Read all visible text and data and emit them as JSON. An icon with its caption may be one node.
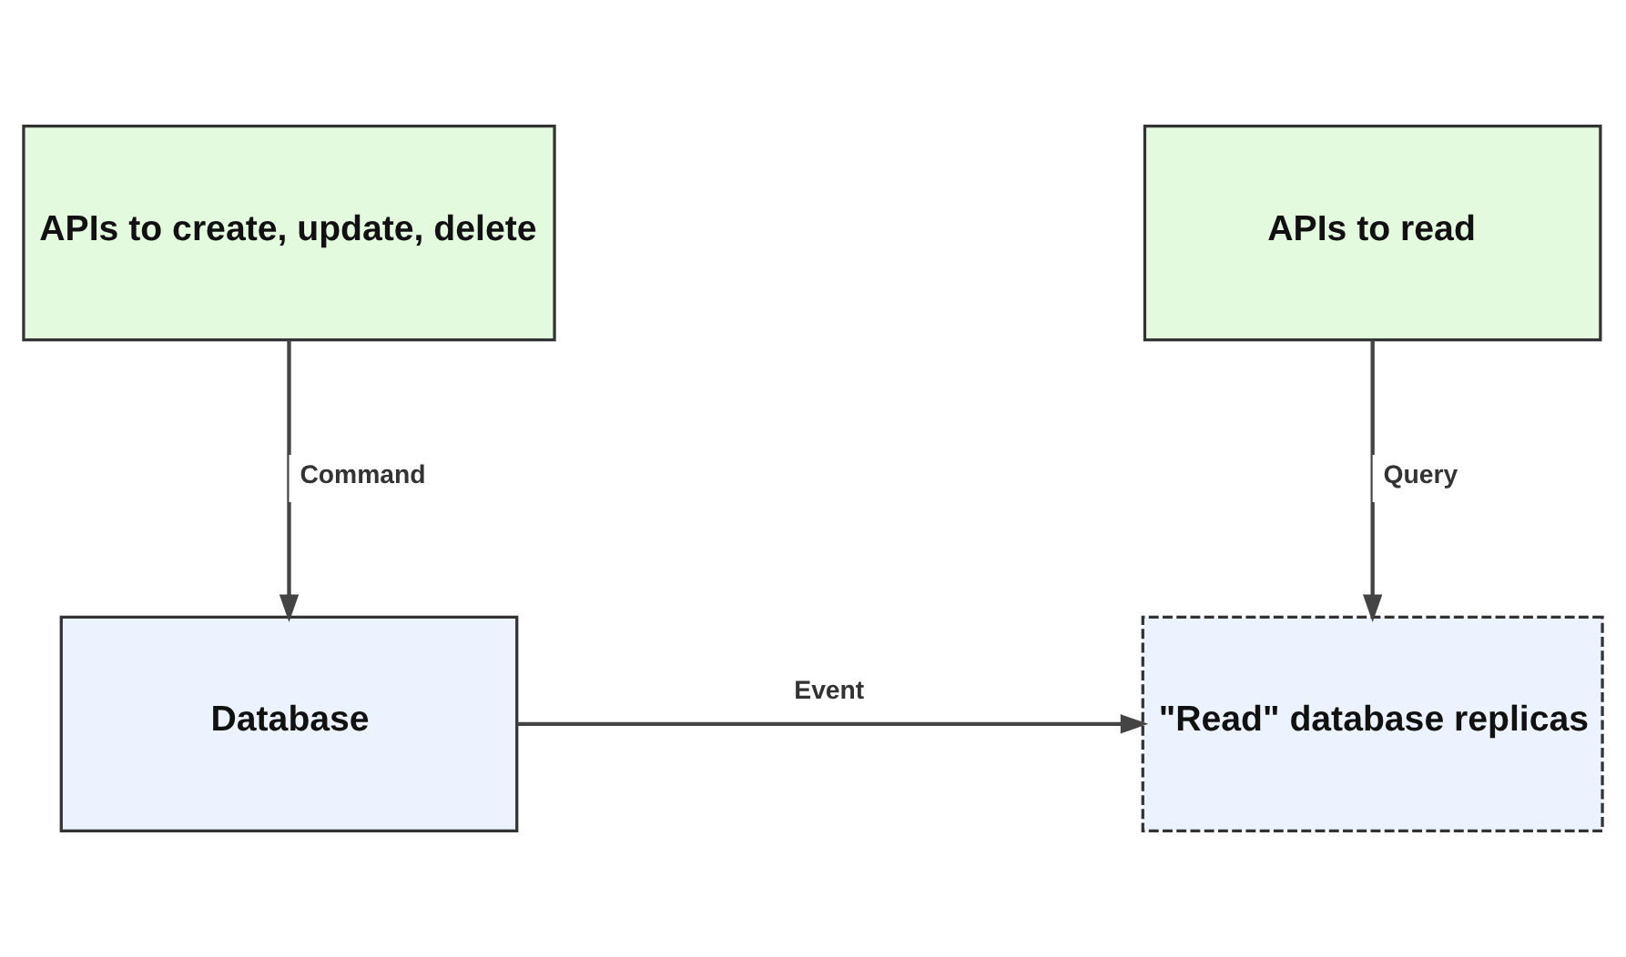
{
  "diagram": {
    "nodes": [
      {
        "text": [
          "APIs to create, update, delete"
        ]
      },
      {
        "text": [
          "APIs to read"
        ]
      },
      {
        "text": [
          "Database"
        ]
      },
      {
        "text": [
          "\"Read\" database replicas"
        ]
      }
    ],
    "edges": [
      {
        "from": 0,
        "to": 2,
        "arrow": "to",
        "label": "Command"
      },
      {
        "from": 1,
        "to": 3,
        "arrow": "to",
        "label": "Query"
      },
      {
        "from": 2,
        "to": 3,
        "arrow": "to",
        "label": "Event"
      }
    ]
  }
}
